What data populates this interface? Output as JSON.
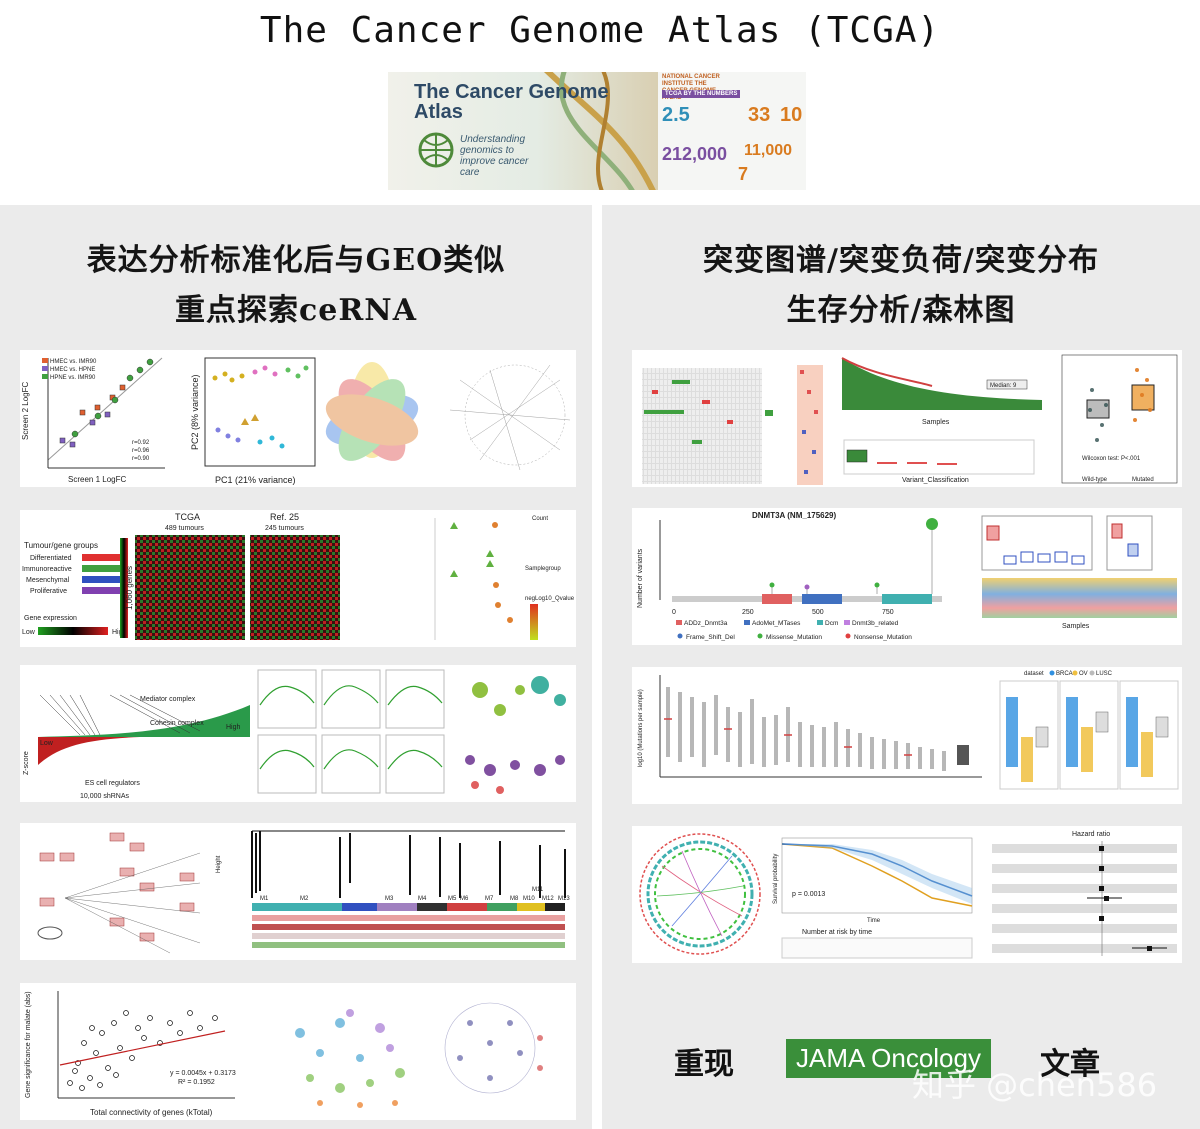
{
  "header": {
    "title": "The Cancer Genome Atlas (TCGA)"
  },
  "banner": {
    "logo_title": "The Cancer Genome Atlas",
    "tagline": "Understanding genomics to improve cancer care",
    "nci_label": "NATIONAL CANCER INSTITUTE THE CANCER GENOME ATLAS",
    "by_numbers": "TCGA BY THE NUMBERS",
    "stats": [
      "2.5",
      "33",
      "10",
      "212,000",
      "11,000",
      "7"
    ]
  },
  "left_panel": {
    "title_line1": "表达分析标准化后与GEO类似",
    "title_line2": "重点探索ceRNA",
    "fig1": {
      "legend": [
        "HMEC vs. IMR90",
        "HMEC vs. HPNE",
        "HPNE vs. IMR90"
      ],
      "r_values": [
        "r=0.92",
        "r=0.96",
        "r=0.90"
      ],
      "x_label": "Screen 1 LogFC",
      "y_label": "Screen 2 LogFC",
      "pca_x": "PC1 (21% variance)",
      "pca_y": "PC2 (8% variance)"
    },
    "fig2": {
      "groups_title": "Tumour/gene groups",
      "groups": [
        "Differentiated",
        "Immunoreactive",
        "Mesenchymal",
        "Proliferative"
      ],
      "cohort_a": "TCGA",
      "cohort_a_n": "489 tumours",
      "cohort_b": "Ref. 25",
      "cohort_b_n": "245 tumours",
      "genes_label": "1,060 genes",
      "expr_label": "Gene expression",
      "low": "Low",
      "high": "High",
      "count_label": "Count",
      "sample_group": "Samplegroup",
      "qvalue": "negLog10_Qvalue"
    },
    "fig3": {
      "mediator": "Mediator complex",
      "cohesin": "Cohesin complex",
      "es_cell": "ES cell regulators",
      "shrnas": "10,000 shRNAs",
      "zscore": "Z-score",
      "low": "Low",
      "high": "High"
    },
    "fig4": {
      "height_label": "Height",
      "modules": [
        "M1",
        "M2",
        "M3",
        "M4",
        "M5",
        "M6",
        "M7",
        "M8",
        "M10",
        "M11",
        "M12",
        "M13"
      ]
    },
    "fig5": {
      "y_label": "Gene significance for malate (abs)",
      "x_label": "Total connectivity of genes (kTotal)",
      "equation": "y = 0.0045x + 0.3173",
      "r2": "R² = 0.1952"
    }
  },
  "right_panel": {
    "title_line1": "突变图谱/突变负荷/突变分布",
    "title_line2": "生存分析/森林图",
    "fig1": {
      "samples": "Samples",
      "variant_class": "Variant_Classification",
      "median": "Median: 9",
      "wilcoxon": "Wilcoxon test: P<.001",
      "wild": "Wild-type",
      "mutated": "Mutated"
    },
    "fig2": {
      "gene": "DNMT3A (NM_175629)",
      "y_label": "Number of variants",
      "domains": [
        "ADDz_Dnmt3a",
        "AdoMet_MTases",
        "Dcm",
        "Dnmt3b_related"
      ],
      "mut_types": [
        "Frame_Shift_Del",
        "Missense_Mutation",
        "Nonsense_Mutation"
      ],
      "ticks": [
        "0",
        "250",
        "500",
        "750"
      ],
      "samples": "Samples"
    },
    "fig3": {
      "y_label": "log10 (Mutations per sample)",
      "dataset": "dataset",
      "datasets": [
        "BRCA",
        "OV",
        "LUSC"
      ]
    },
    "fig4": {
      "pvalue": "p = 0.0013",
      "risk_label": "Number at risk by time",
      "time": "Time",
      "survival": "Survival probability",
      "hazard": "Hazard ratio"
    },
    "journal": {
      "pre": "重现",
      "name": "JAMA Oncology",
      "post": "文章"
    },
    "watermark": "知乎 @chen586"
  }
}
